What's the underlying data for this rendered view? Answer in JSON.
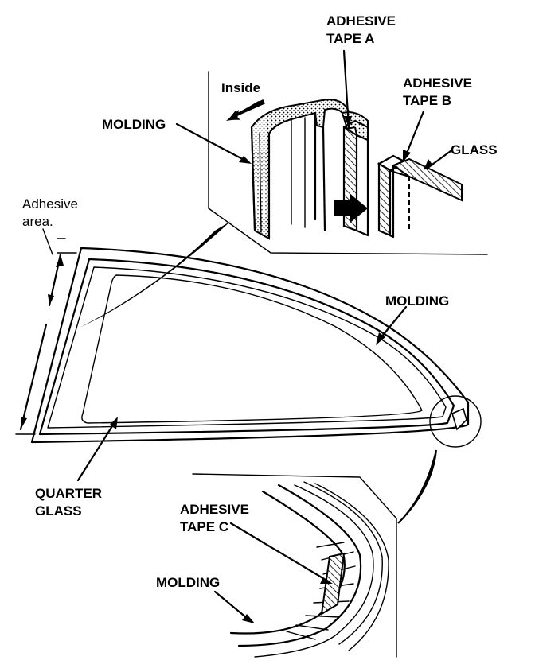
{
  "labels": {
    "adhesive_tape_a": [
      "ADHESIVE",
      "TAPE A"
    ],
    "adhesive_tape_b": [
      "ADHESIVE",
      "TAPE B"
    ],
    "inside": "Inside",
    "molding_top": "MOLDING",
    "glass": "GLASS",
    "adhesive_area": [
      "Adhesive",
      "area."
    ],
    "molding_right": "MOLDING",
    "quarter_glass": [
      "QUARTER",
      "GLASS"
    ],
    "adhesive_tape_c": [
      "ADHESIVE",
      "TAPE C"
    ],
    "molding_bottom": "MOLDING"
  }
}
